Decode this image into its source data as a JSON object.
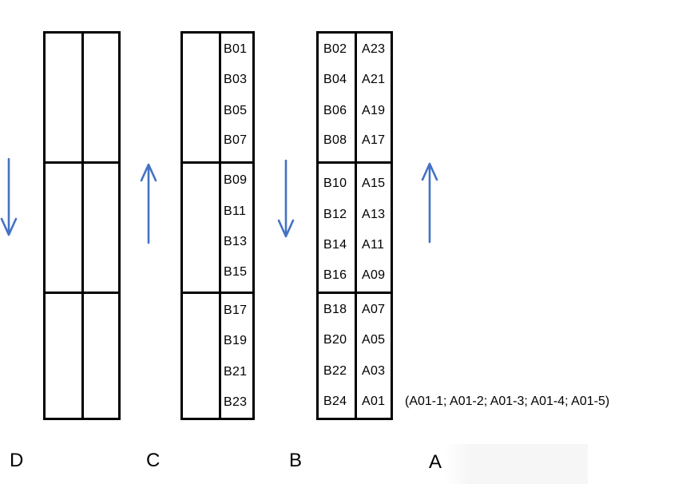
{
  "rows": {
    "C_right": [
      "B01",
      "B03",
      "B05",
      "B07",
      "B09",
      "B11",
      "B13",
      "B15",
      "B17",
      "B19",
      "B21",
      "B23"
    ],
    "B_left": [
      "B02",
      "B04",
      "B06",
      "B08",
      "B10",
      "B12",
      "B14",
      "B16",
      "B18",
      "B20",
      "B22",
      "B24"
    ],
    "B_right": [
      "A23",
      "A21",
      "A19",
      "A17",
      "A15",
      "A13",
      "A11",
      "A09",
      "A07",
      "A05",
      "A03",
      "A01"
    ]
  },
  "labels": {
    "D": "D",
    "C": "C",
    "B": "B",
    "A": "A"
  },
  "note": "(A01-1;  A01-2;  A01-3;  A01-4;  A01-5)",
  "colors": {
    "arrow": "#4472c4",
    "line": "#000000"
  },
  "arrows": {
    "D": "down-arrow-icon",
    "C": "up-arrow-icon",
    "B": "down-arrow-icon",
    "A": "up-arrow-icon"
  }
}
